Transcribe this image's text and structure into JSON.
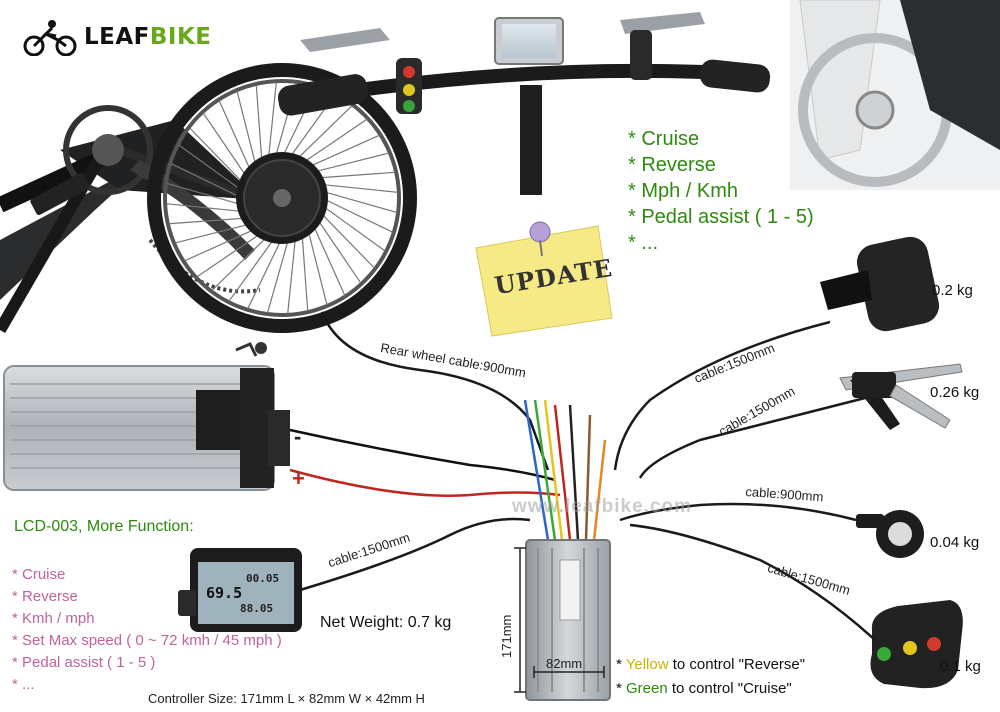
{
  "brand": {
    "name_part1": "LEAF",
    "name_part2": "BIKE",
    "accent": "#6aa81b"
  },
  "top_features": [
    "Cruise",
    "Reverse",
    "Mph / Kmh",
    "Pedal assist ( 1 - 5)",
    "..."
  ],
  "update_note": "UPDATE",
  "lcd": {
    "title": "LCD-003, More Function:",
    "features": [
      "Cruise",
      "Reverse",
      "Kmh / mph",
      "Set Max speed ( 0 ~ 72 kmh / 45 mph )",
      "Pedal assist ( 1 - 5 )",
      "..."
    ],
    "screen_speed": "69.5",
    "screen_odo": "00.05",
    "screen_trip": "88.05"
  },
  "net_weight": "Net Weight: 0.7 kg",
  "battery": {
    "minus": "-",
    "plus": "+"
  },
  "cables": {
    "rear_wheel": "Rear wheel cable:900mm",
    "throttle": "cable:1500mm",
    "brake": "cable:1500mm",
    "pas": "cable:900mm",
    "switch": "cable:1500mm",
    "display": "cable:1500mm"
  },
  "weights": {
    "throttle": "0.2 kg",
    "brake": "0.26 kg",
    "pas": "0.04 kg",
    "switch": "0.1 kg"
  },
  "controller": {
    "height_label": "171mm",
    "width_label": "82mm",
    "size_text": "Controller Size: 171mm L × 82mm W × 42mm H"
  },
  "switch_notes": {
    "yellow_word": "Yellow",
    "yellow_rest": " to control \"Reverse\"",
    "green_word": "Green",
    "green_rest": " to control \"Cruise\""
  },
  "watermark": "www.leafbike.com",
  "colors": {
    "feature_green": "#2f8a0f",
    "lcd_pink": "#c0629c",
    "yellow": "#c7b30a",
    "cable": "#1a1a1a"
  }
}
